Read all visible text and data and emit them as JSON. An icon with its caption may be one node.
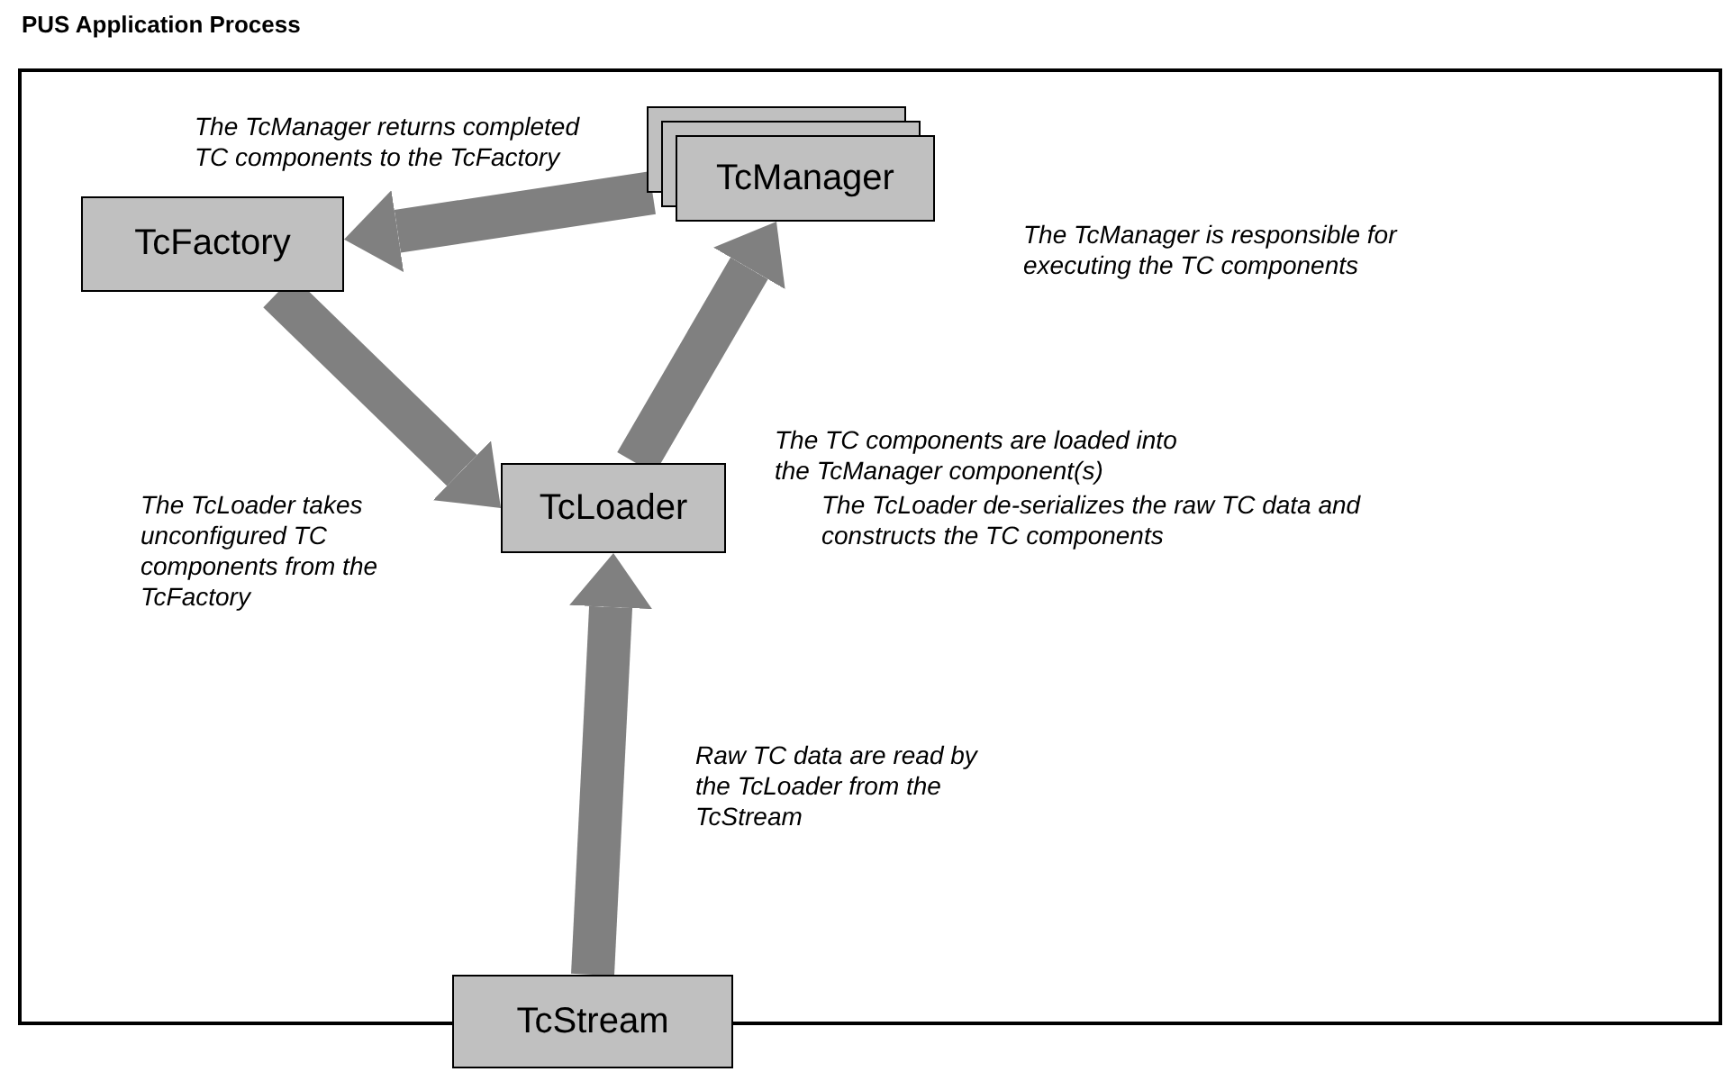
{
  "diagram": {
    "nodes": [
      {
        "text": [
          "PUS Application Process"
        ]
      },
      {
        "text": [
          "TcFactory"
        ],
        "in": 0
      },
      {
        "text": [
          "TcManager"
        ],
        "in": 0,
        "beside": [
          "The TcManager is responsible for executing the TC components"
        ]
      },
      {
        "text": [
          "TcLoader"
        ],
        "in": 0,
        "beside": [
          "The TcLoader de-serializes the raw TC data and constructs the TC components"
        ]
      },
      {
        "text": [
          "TcStream"
        ]
      }
    ],
    "edges": [
      {
        "from": 2,
        "to": 1,
        "arrow": "to",
        "label": "The TcManager returns completed TC components to the TcFactory"
      },
      {
        "from": 1,
        "to": 3,
        "arrow": "to",
        "label": "The TcLoader takes unconfigured TC components from the TcFactory"
      },
      {
        "from": 3,
        "to": 2,
        "arrow": "to",
        "label": "The TC components are loaded into the TcManager component(s)"
      },
      {
        "from": 4,
        "to": 3,
        "arrow": "to",
        "label": "Raw TC data are read by the TcLoader from the TcStream"
      }
    ]
  }
}
